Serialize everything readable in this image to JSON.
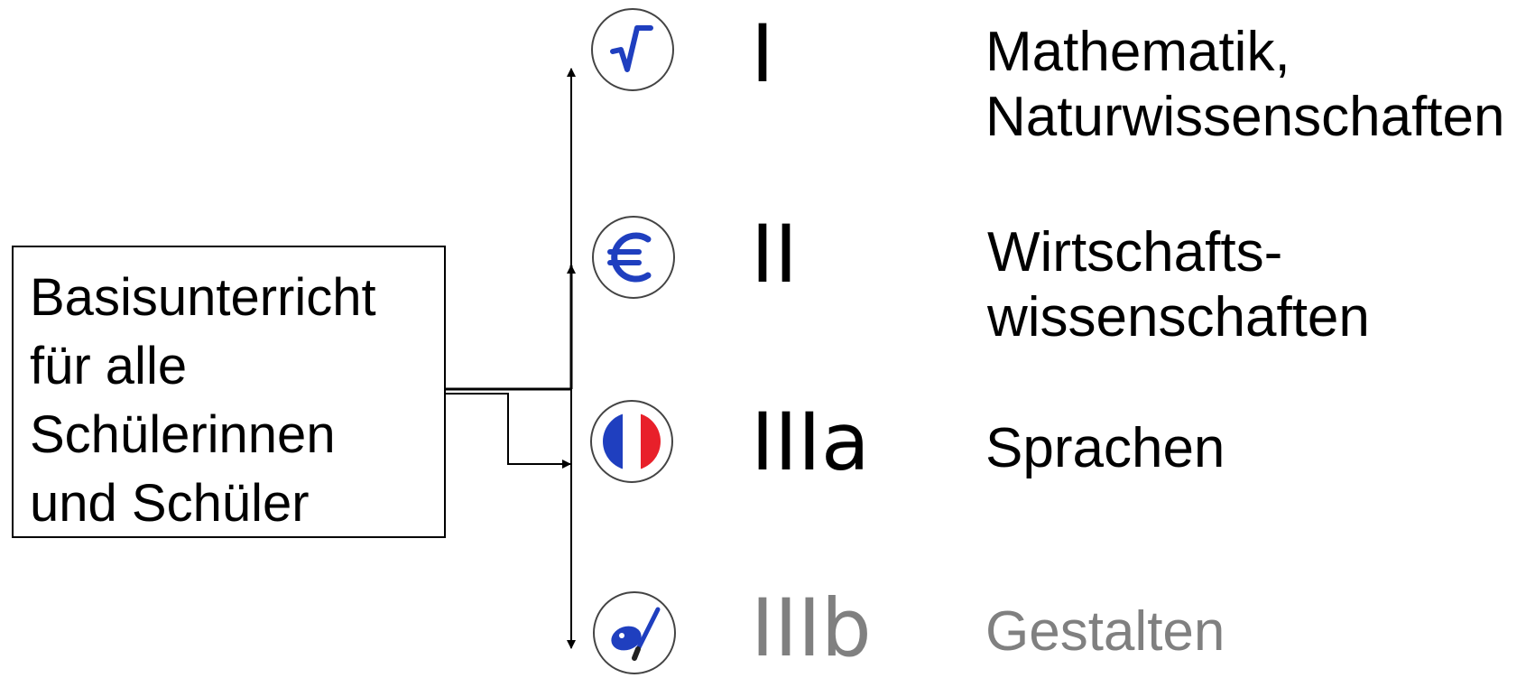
{
  "base_box": {
    "lines": [
      "Basisunterricht",
      "für alle",
      "Schülerinnen",
      "und Schüler"
    ]
  },
  "tracks": [
    {
      "code": "I",
      "label_lines": [
        "Mathematik,",
        "Naturwissenschaften"
      ],
      "icon": "square-root-icon",
      "text_color": "#000000",
      "icon_color": "#1f3fbf"
    },
    {
      "code": "II",
      "label_lines": [
        "Wirtschafts-",
        "wissenschaften"
      ],
      "icon": "euro-icon",
      "text_color": "#000000",
      "icon_color": "#1f3fbf"
    },
    {
      "code": "IIIa",
      "label_lines": [
        "Sprachen"
      ],
      "icon": "french-flag-icon",
      "text_color": "#000000",
      "flag_colors": [
        "#1f3fbf",
        "#ffffff",
        "#e8202a"
      ]
    },
    {
      "code": "IIIb",
      "label_lines": [
        "Gestalten"
      ],
      "icon": "paint-palette-icon",
      "text_color": "#808080",
      "icon_color": "#1f3fbf"
    }
  ]
}
